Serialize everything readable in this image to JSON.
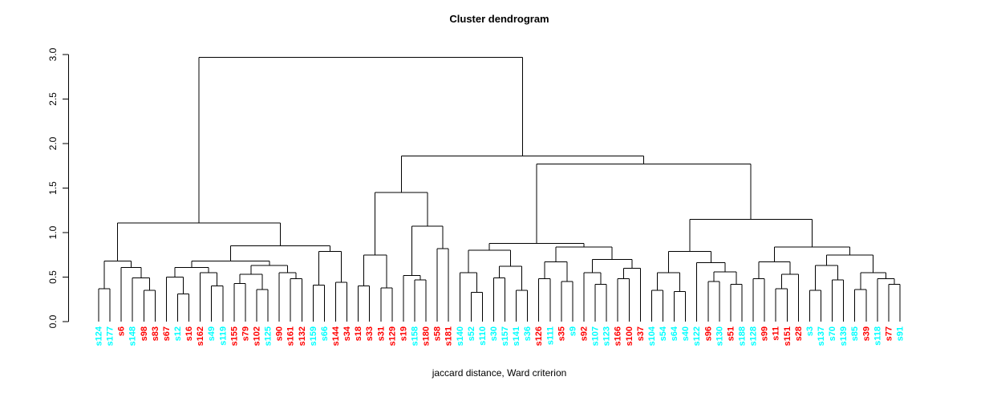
{
  "title": "Cluster dendrogram",
  "xlabel": "jaccard distance, Ward criterion",
  "chart_data": {
    "type": "dendrogram",
    "title": "Cluster dendrogram",
    "xlabel": "jaccard distance, Ward criterion",
    "ylabel": "",
    "grid": false,
    "legend": false,
    "y_axis": {
      "range": [
        0.0,
        3.0
      ],
      "ticks": [
        0.0,
        0.5,
        1.0,
        1.5,
        2.0,
        2.5,
        3.0
      ],
      "tick_labels": [
        "0.0",
        "0.5",
        "1.0",
        "1.5",
        "2.0",
        "2.5",
        "3.0"
      ]
    },
    "colors": {
      "cyan": "#00FFFF",
      "red": "#FF0000",
      "line": "#000000",
      "background": "#FFFFFF"
    },
    "root_height": 2.97,
    "leaves": [
      {
        "label": "s124",
        "cluster": "cyan"
      },
      {
        "label": "s177",
        "cluster": "cyan"
      },
      {
        "label": "s6",
        "cluster": "red"
      },
      {
        "label": "s148",
        "cluster": "cyan"
      },
      {
        "label": "s98",
        "cluster": "red"
      },
      {
        "label": "s83",
        "cluster": "red"
      },
      {
        "label": "s67",
        "cluster": "red"
      },
      {
        "label": "s12",
        "cluster": "cyan"
      },
      {
        "label": "s16",
        "cluster": "red"
      },
      {
        "label": "s162",
        "cluster": "red"
      },
      {
        "label": "s49",
        "cluster": "cyan"
      },
      {
        "label": "s119",
        "cluster": "cyan"
      },
      {
        "label": "s155",
        "cluster": "red"
      },
      {
        "label": "s79",
        "cluster": "red"
      },
      {
        "label": "s102",
        "cluster": "red"
      },
      {
        "label": "s125",
        "cluster": "cyan"
      },
      {
        "label": "s90",
        "cluster": "red"
      },
      {
        "label": "s161",
        "cluster": "red"
      },
      {
        "label": "s132",
        "cluster": "red"
      },
      {
        "label": "s159",
        "cluster": "cyan"
      },
      {
        "label": "s66",
        "cluster": "cyan"
      },
      {
        "label": "s144",
        "cluster": "red"
      },
      {
        "label": "s34",
        "cluster": "red"
      },
      {
        "label": "s18",
        "cluster": "red"
      },
      {
        "label": "s33",
        "cluster": "red"
      },
      {
        "label": "s31",
        "cluster": "red"
      },
      {
        "label": "s129",
        "cluster": "red"
      },
      {
        "label": "s19",
        "cluster": "red"
      },
      {
        "label": "s158",
        "cluster": "cyan"
      },
      {
        "label": "s180",
        "cluster": "red"
      },
      {
        "label": "s58",
        "cluster": "red"
      },
      {
        "label": "s181",
        "cluster": "red"
      },
      {
        "label": "s140",
        "cluster": "cyan"
      },
      {
        "label": "s52",
        "cluster": "cyan"
      },
      {
        "label": "s110",
        "cluster": "cyan"
      },
      {
        "label": "s30",
        "cluster": "cyan"
      },
      {
        "label": "s157",
        "cluster": "cyan"
      },
      {
        "label": "s141",
        "cluster": "cyan"
      },
      {
        "label": "s36",
        "cluster": "cyan"
      },
      {
        "label": "s126",
        "cluster": "red"
      },
      {
        "label": "s111",
        "cluster": "cyan"
      },
      {
        "label": "s35",
        "cluster": "red"
      },
      {
        "label": "s9",
        "cluster": "cyan"
      },
      {
        "label": "s92",
        "cluster": "red"
      },
      {
        "label": "s107",
        "cluster": "cyan"
      },
      {
        "label": "s123",
        "cluster": "cyan"
      },
      {
        "label": "s166",
        "cluster": "red"
      },
      {
        "label": "s100",
        "cluster": "red"
      },
      {
        "label": "s37",
        "cluster": "red"
      },
      {
        "label": "s104",
        "cluster": "cyan"
      },
      {
        "label": "s54",
        "cluster": "cyan"
      },
      {
        "label": "s64",
        "cluster": "cyan"
      },
      {
        "label": "s40",
        "cluster": "cyan"
      },
      {
        "label": "s122",
        "cluster": "cyan"
      },
      {
        "label": "s96",
        "cluster": "red"
      },
      {
        "label": "s130",
        "cluster": "cyan"
      },
      {
        "label": "s51",
        "cluster": "red"
      },
      {
        "label": "s188",
        "cluster": "cyan"
      },
      {
        "label": "s128",
        "cluster": "cyan"
      },
      {
        "label": "s99",
        "cluster": "red"
      },
      {
        "label": "s11",
        "cluster": "red"
      },
      {
        "label": "s151",
        "cluster": "red"
      },
      {
        "label": "s28",
        "cluster": "red"
      },
      {
        "label": "s3",
        "cluster": "cyan"
      },
      {
        "label": "s137",
        "cluster": "cyan"
      },
      {
        "label": "s70",
        "cluster": "cyan"
      },
      {
        "label": "s139",
        "cluster": "cyan"
      },
      {
        "label": "s85",
        "cluster": "cyan"
      },
      {
        "label": "s39",
        "cluster": "red"
      },
      {
        "label": "s118",
        "cluster": "cyan"
      },
      {
        "label": "s77",
        "cluster": "red"
      },
      {
        "label": "s91",
        "cluster": "cyan"
      }
    ],
    "merge_tree": [
      2.97,
      [
        1.11,
        [
          0.68,
          [
            0.37,
            0,
            1
          ],
          [
            0.61,
            2,
            [
              0.49,
              3,
              [
                0.35,
                4,
                5
              ]
            ]
          ]
        ],
        [
          0.85,
          [
            0.68,
            [
              0.61,
              [
                0.5,
                6,
                [
                  0.31,
                  7,
                  8
                ]
              ],
              [
                0.55,
                9,
                [
                  0.4,
                  10,
                  11
                ]
              ]
            ],
            [
              0.63,
              [
                0.53,
                [
                  0.43,
                  12,
                  13
                ],
                [
                  0.36,
                  14,
                  15
                ]
              ],
              [
                0.55,
                16,
                [
                  0.48,
                  17,
                  18
                ]
              ]
            ]
          ],
          [
            0.79,
            [
              0.41,
              19,
              20
            ],
            [
              0.44,
              21,
              22
            ]
          ]
        ]
      ],
      [
        1.86,
        [
          1.45,
          [
            0.75,
            [
              0.4,
              23,
              24
            ],
            [
              0.38,
              25,
              26
            ]
          ],
          [
            1.07,
            [
              0.52,
              27,
              [
                0.47,
                28,
                29
              ]
            ],
            [
              0.82,
              30,
              31
            ]
          ]
        ],
        [
          1.77,
          [
            0.88,
            [
              0.8,
              [
                0.55,
                32,
                [
                  0.33,
                  33,
                  34
                ]
              ],
              [
                0.62,
                [
                  0.49,
                  35,
                  36
                ],
                [
                  0.35,
                  37,
                  38
                ]
              ]
            ],
            [
              0.84,
              [
                0.67,
                [
                  0.48,
                  39,
                  40
                ],
                [
                  0.45,
                  41,
                  42
                ]
              ],
              [
                0.7,
                [
                  0.55,
                  43,
                  [
                    0.42,
                    44,
                    45
                  ]
                ],
                [
                  0.6,
                  [
                    0.48,
                    46,
                    47
                  ],
                  48
                ]
              ]
            ]
          ],
          [
            1.15,
            [
              0.79,
              [
                0.55,
                [
                  0.35,
                  49,
                  50
                ],
                [
                  0.34,
                  51,
                  52
                ]
              ],
              [
                0.66,
                53,
                [
                  0.56,
                  [
                    0.45,
                    54,
                    55
                  ],
                  [
                    0.42,
                    56,
                    57
                  ]
                ]
              ]
            ],
            [
              0.84,
              [
                0.67,
                [
                  0.48,
                  58,
                  59
                ],
                [
                  0.53,
                  [
                    0.37,
                    60,
                    61
                  ],
                  62
                ]
              ],
              [
                0.75,
                [
                  0.63,
                  [
                    0.35,
                    63,
                    64
                  ],
                  [
                    0.47,
                    65,
                    66
                  ]
                ],
                [
                  0.55,
                  [
                    0.36,
                    67,
                    68
                  ],
                  [
                    0.48,
                    69,
                    [
                      0.42,
                      70,
                      71
                    ]
                  ]
                ]
              ]
            ]
          ]
        ]
      ]
    ]
  }
}
